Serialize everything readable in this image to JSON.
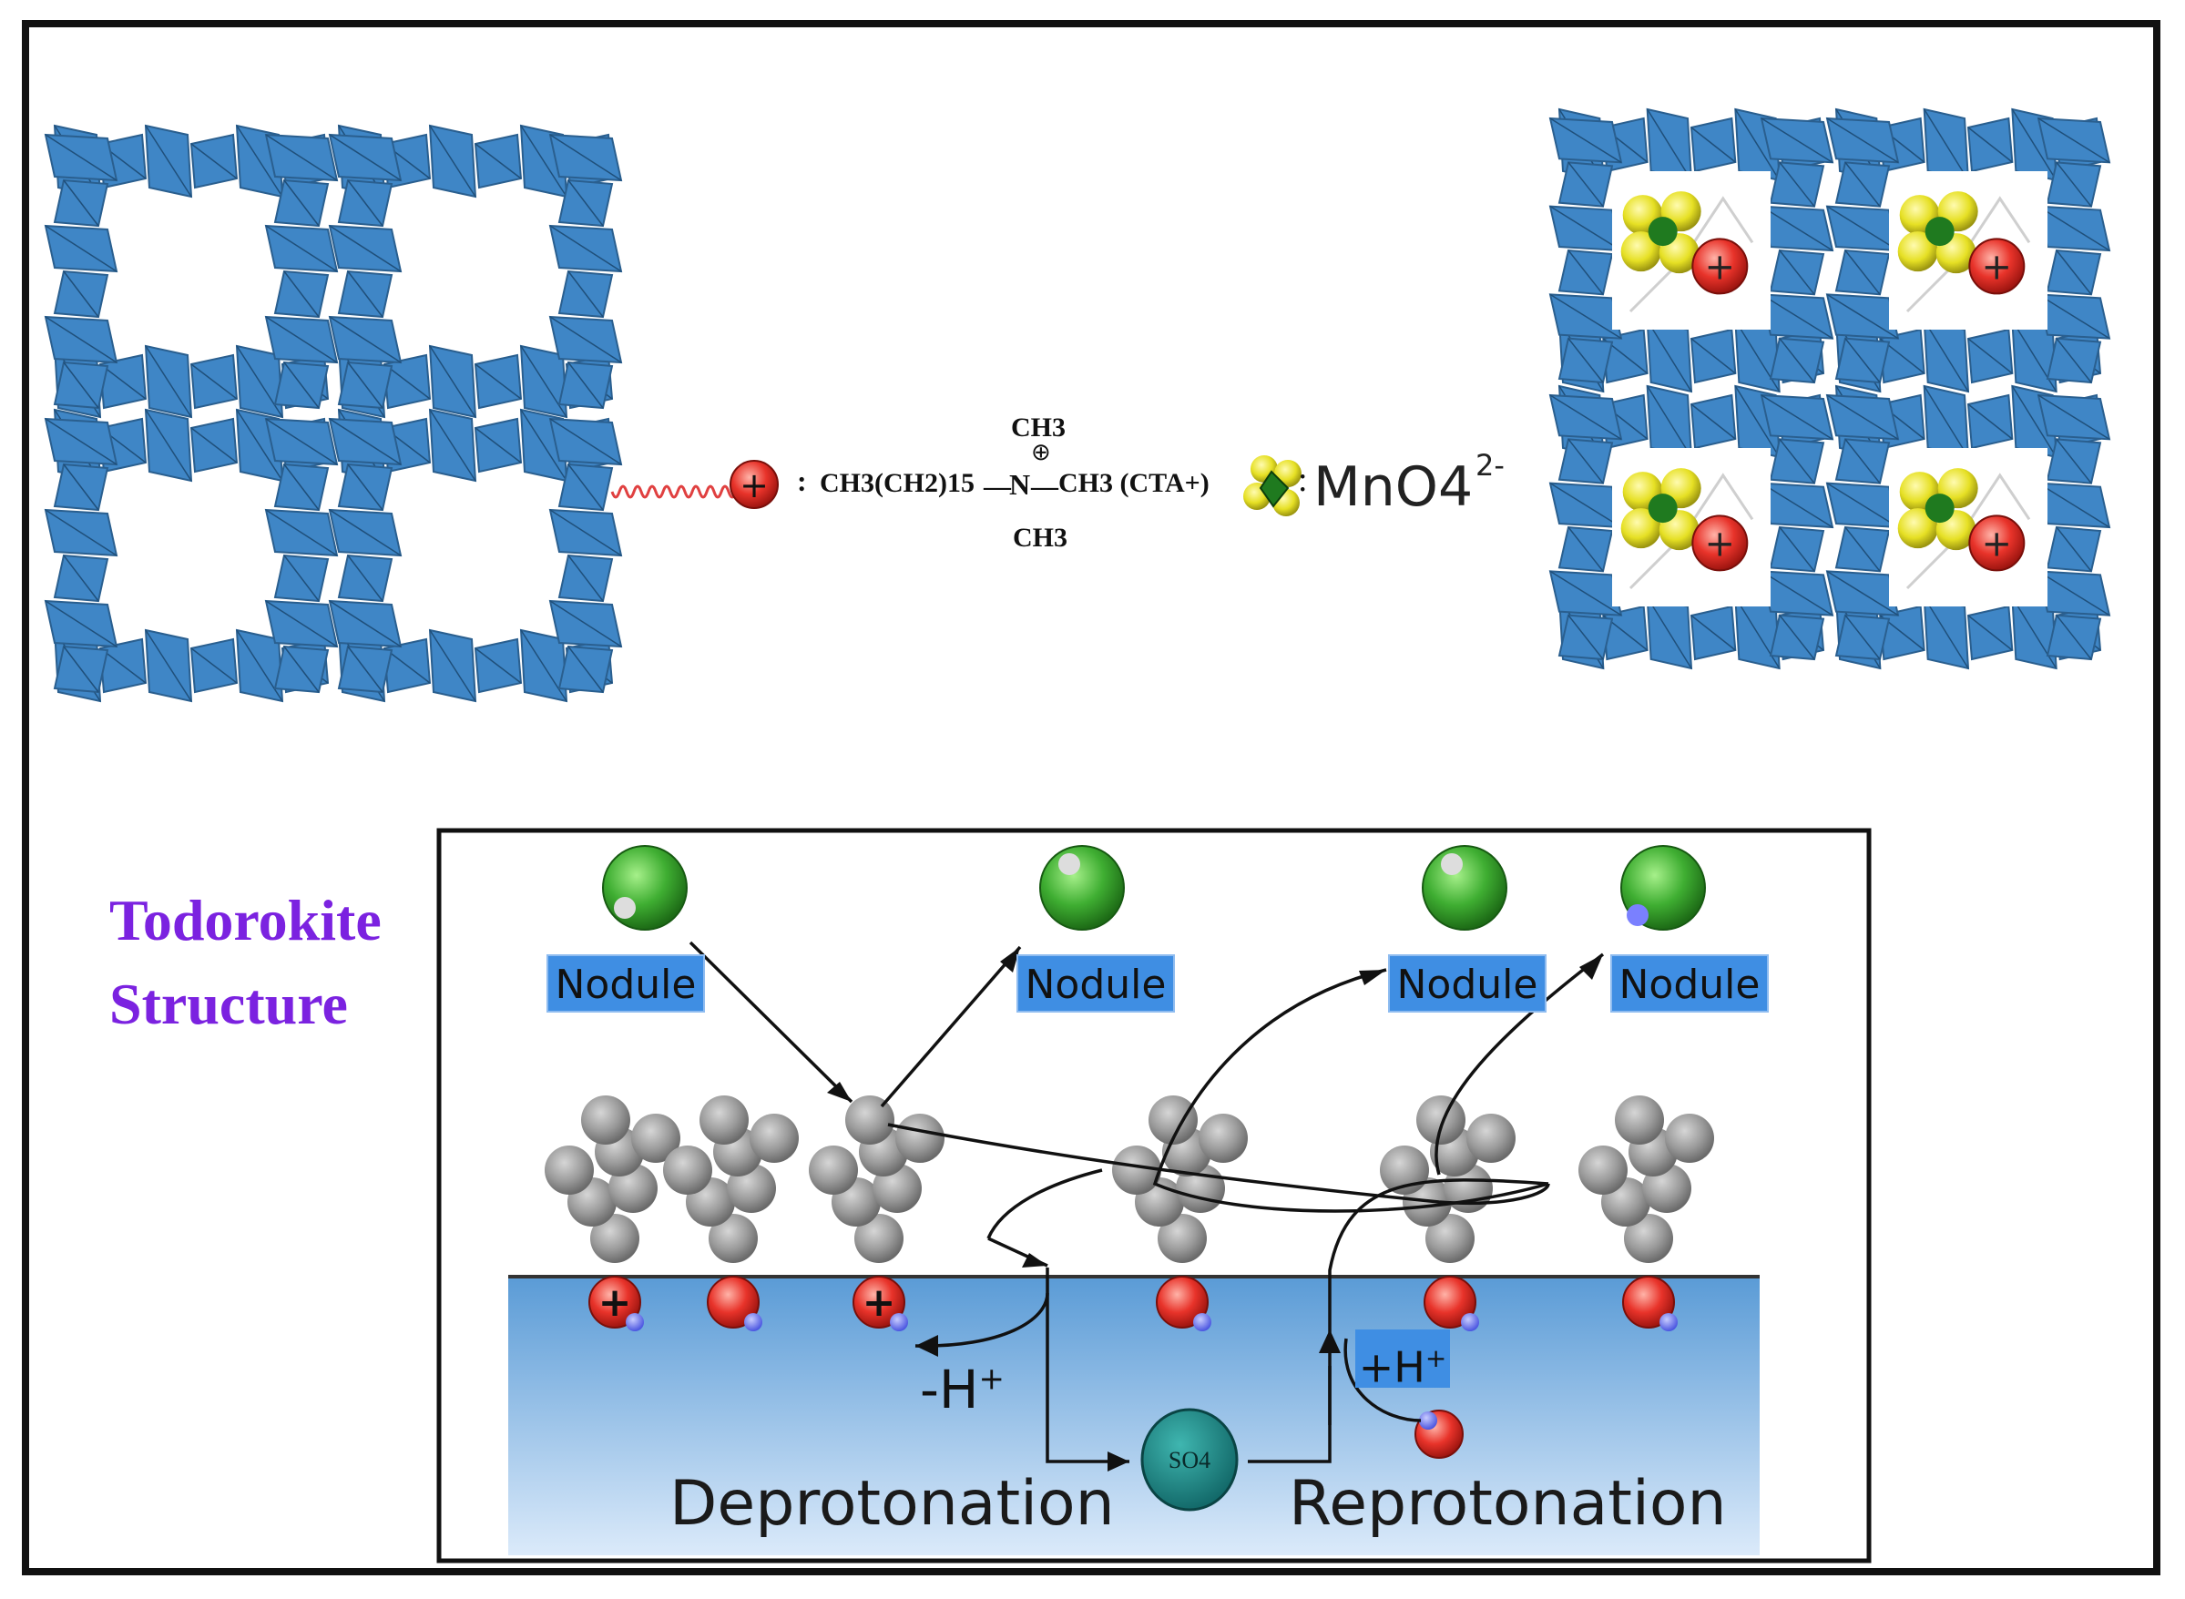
{
  "structure_label": {
    "line1": "Todorokite",
    "line2": "Structure"
  },
  "legend": {
    "cta_formula_main": "CH3(CH2)15",
    "cta_formula_n": "N",
    "cta_formula_right": "CH3 (CTA+)",
    "cta_methyl": "CH3",
    "colon": ":",
    "mno4_label": "MnO4",
    "mno4_charge": "2-"
  },
  "nodules": [
    {
      "label": "Nodule"
    },
    {
      "label": "Nodule"
    },
    {
      "label": "Nodule"
    },
    {
      "label": "Nodule"
    }
  ],
  "process": {
    "deprotonation": "Deprotonation",
    "reprotonation": "Reprotonation",
    "minus_h": "-H",
    "plus_h": "+H",
    "plus_sign": "+",
    "sulfate": "SO4"
  },
  "colors": {
    "framework": "#3f86c6",
    "framework_edge": "#2a5f8f",
    "label_purple": "#7b22e0",
    "nodule_box": "#3f8ee3",
    "ball_green": "#3fae32",
    "ball_gray": "#9a9a9a",
    "cation_red": "#e8332a",
    "sulfate": "#1f8a8a"
  }
}
